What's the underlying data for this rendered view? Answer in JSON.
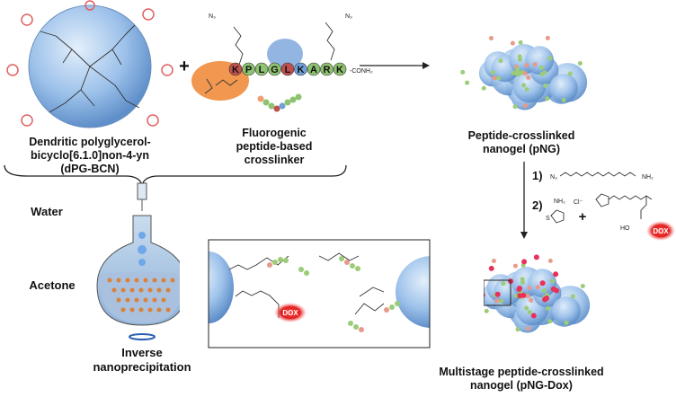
{
  "labels": {
    "dpg": [
      "Dendritic polyglycerol-",
      "bicyclo[6.1.0]non-4-yn",
      "(dPG-BCN)"
    ],
    "crosslinker": [
      "Fluorogenic",
      "peptide-based",
      "crosslinker"
    ],
    "png": [
      "Peptide-crosslinked",
      "nanogel (pNG)"
    ],
    "pngdox": [
      "Multistage peptide-crosslinked",
      "nanogel (pNG-Dox)"
    ],
    "water": "Water",
    "acetone": "Acetone",
    "inverse": [
      "Inverse",
      "nanoprecipitation"
    ],
    "plus": "+",
    "plus2": "+",
    "step1": "1)",
    "step2": "2)",
    "dox": "DOX",
    "dox_inset": "DOX",
    "conh2": "-CONH₂",
    "n3": "N₃",
    "nh2": "NH₂",
    "cl": "Cl⁻",
    "ho": "HO",
    "s": "S",
    "nh2plus": "NH₂"
  },
  "peptide": {
    "sequence": [
      "K",
      "P",
      "L",
      "G",
      "L",
      "K",
      "A",
      "R",
      "K"
    ],
    "colors": [
      "#c0504d",
      "#8dc26f",
      "#8dc26f",
      "#8dc26f",
      "#c0504d",
      "#6fa0d8",
      "#8dc26f",
      "#8dc26f",
      "#8dc26f"
    ]
  },
  "colors": {
    "nanogel_blue": "#8fb8e6",
    "fluorophore_orange": "#f08c3c",
    "quencher_blue": "#7fa8dc",
    "dox_red": "#e8262a",
    "bcn_red": "#e06060",
    "acetone_orange": "#d9823c"
  }
}
